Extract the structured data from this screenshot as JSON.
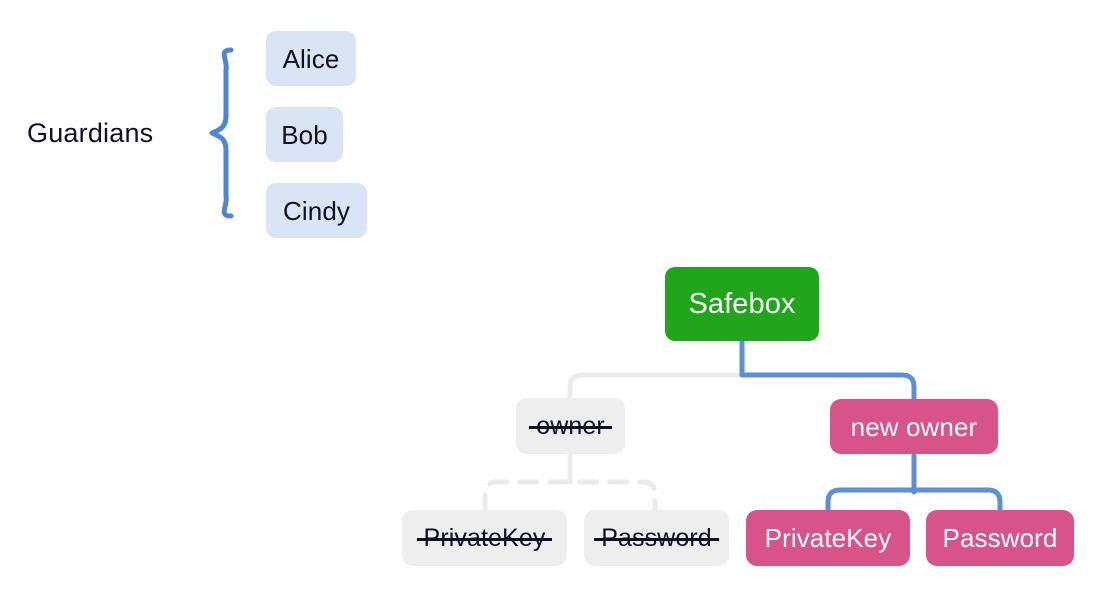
{
  "diagram": {
    "title": "Safebox guardian ownership transfer",
    "background": "#ffffff",
    "colors": {
      "guardian_fill": "#dae4f7",
      "guardian_text": "#0d1026",
      "brace": "#4d86d4",
      "safebox_fill": "#21a51b",
      "safebox_text": "#ffffff",
      "active_fill": "#d9538b",
      "active_text": "#ffffff",
      "revoked_fill": "#eeeeee",
      "revoked_text": "#0d1026",
      "connector_active": "#5b8fd6",
      "connector_revoked": "#ebebeb"
    }
  },
  "guardians": {
    "label": "Guardians",
    "members": [
      {
        "name": "Alice"
      },
      {
        "name": "Bob"
      },
      {
        "name": "Cindy"
      }
    ]
  },
  "tree": {
    "root": {
      "label": "Safebox"
    },
    "old_branch": {
      "owner": {
        "label": "owner",
        "struck": true
      },
      "secrets": [
        {
          "label": "PrivateKey",
          "struck": true
        },
        {
          "label": "Password",
          "struck": true
        }
      ]
    },
    "new_branch": {
      "owner": {
        "label": "new owner",
        "struck": false
      },
      "secrets": [
        {
          "label": "PrivateKey",
          "struck": false
        },
        {
          "label": "Password",
          "struck": false
        }
      ]
    }
  }
}
